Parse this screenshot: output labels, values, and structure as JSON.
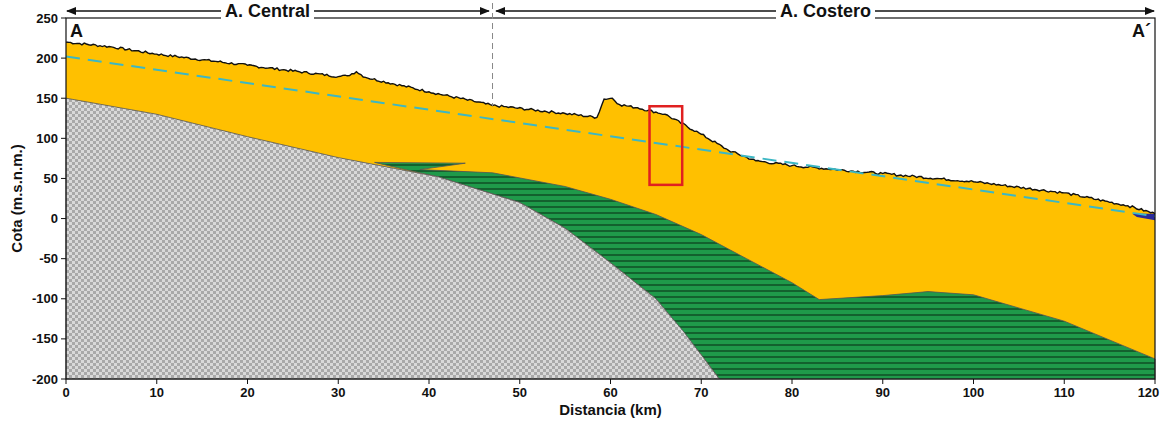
{
  "diagram": {
    "labels": [
      "A. Central",
      "A. Costero",
      "A",
      "A´",
      "Cota (m.s.n.m.)",
      "250",
      "200",
      "150",
      "100",
      "50",
      "0",
      "-50",
      "-100",
      "-150",
      "-200",
      "0",
      "10",
      "20",
      "30",
      "40",
      "50",
      "60",
      "70",
      "80",
      "90",
      "100",
      "110",
      "120",
      "Distancia (km)"
    ]
  }
}
